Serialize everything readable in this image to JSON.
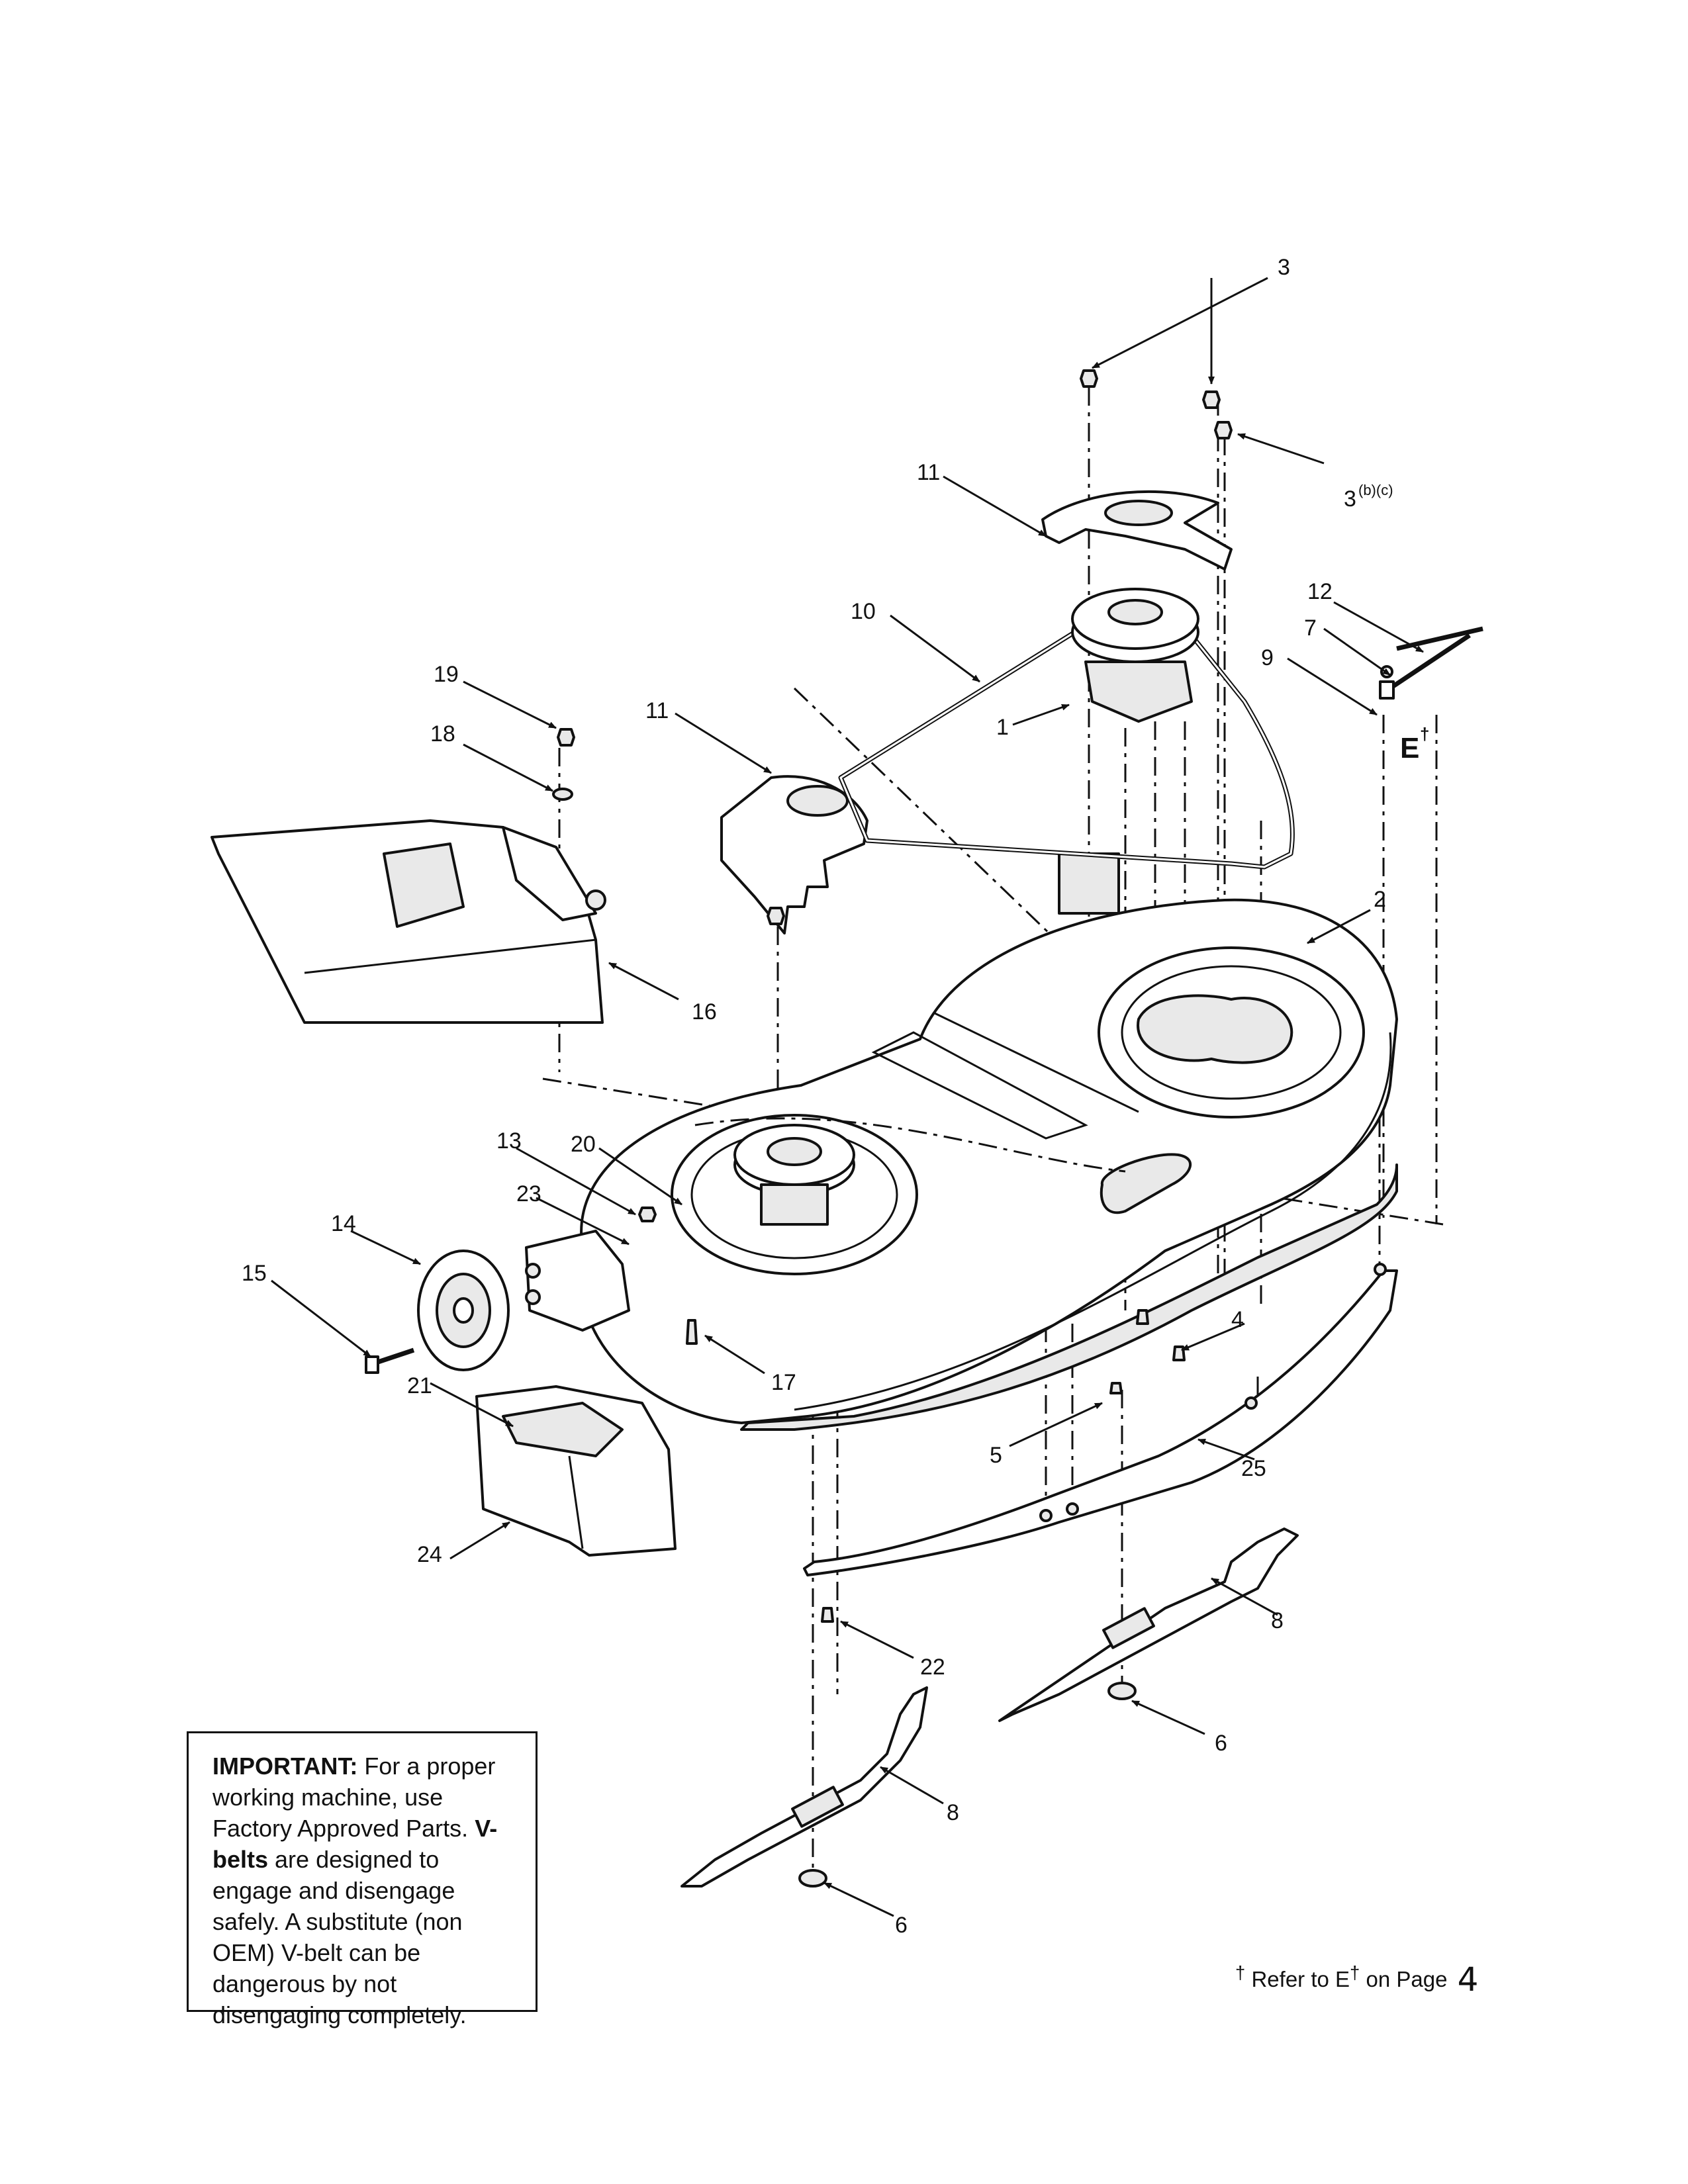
{
  "callouts": {
    "c1": "1",
    "c2": "2",
    "c3": "3",
    "c3b": "3",
    "c3b_sup": "(b)(c)",
    "c4": "4",
    "c5": "5",
    "c6a": "6",
    "c6b": "6",
    "c7": "7",
    "c8a": "8",
    "c8b": "8",
    "c9": "9",
    "c10": "10",
    "c11a": "11",
    "c11b": "11",
    "c12": "12",
    "c13": "13",
    "c14": "14",
    "c15": "15",
    "c16": "16",
    "c17": "17",
    "c18": "18",
    "c19": "19",
    "c20": "20",
    "c21": "21",
    "c22": "22",
    "c23": "23",
    "c24": "24",
    "c25": "25"
  },
  "e_marker": {
    "letter": "E",
    "dagger": "†"
  },
  "notice": {
    "heading": "IMPORTANT:",
    "text1": " For a proper working machine, use Factory Approved Parts.",
    "vbelts": "V-belts",
    "text2": " are designed to engage and disengage safely. A substitute (non OEM) V-belt can be dangerous by not disengaging completely."
  },
  "refer_note": {
    "dagger": "†",
    "text1": " Refer to E",
    "sup": "†",
    "text2": " on Page ",
    "page": "4"
  }
}
